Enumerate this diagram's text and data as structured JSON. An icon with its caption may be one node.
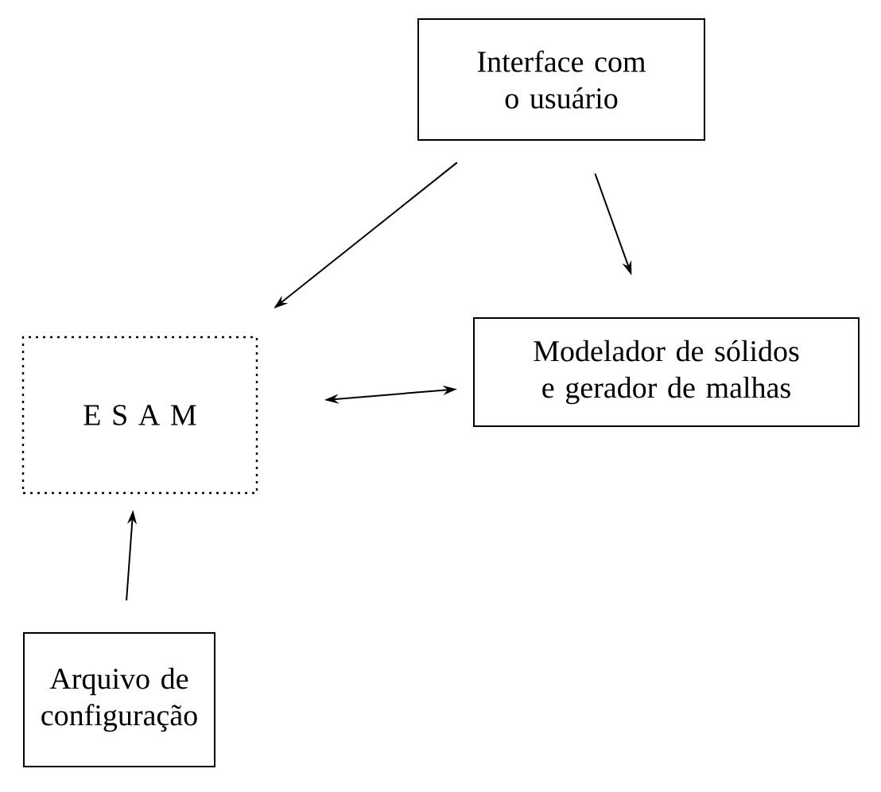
{
  "diagram": {
    "nodes": [
      {
        "text": [
          "Interface com o usuário"
        ]
      },
      {
        "text": [
          "E S A M"
        ]
      },
      {
        "text": [
          "Modelador de sólidos e gerador de malhas"
        ]
      },
      {
        "text": [
          "Arquivo de configuração"
        ]
      }
    ],
    "edges": [
      {
        "from": 0,
        "to": 1,
        "arrow": "to"
      },
      {
        "from": 0,
        "to": 2,
        "arrow": "to"
      },
      {
        "from": 1,
        "to": 2,
        "arrow": "both"
      },
      {
        "from": 3,
        "to": 1,
        "arrow": "to"
      }
    ]
  }
}
